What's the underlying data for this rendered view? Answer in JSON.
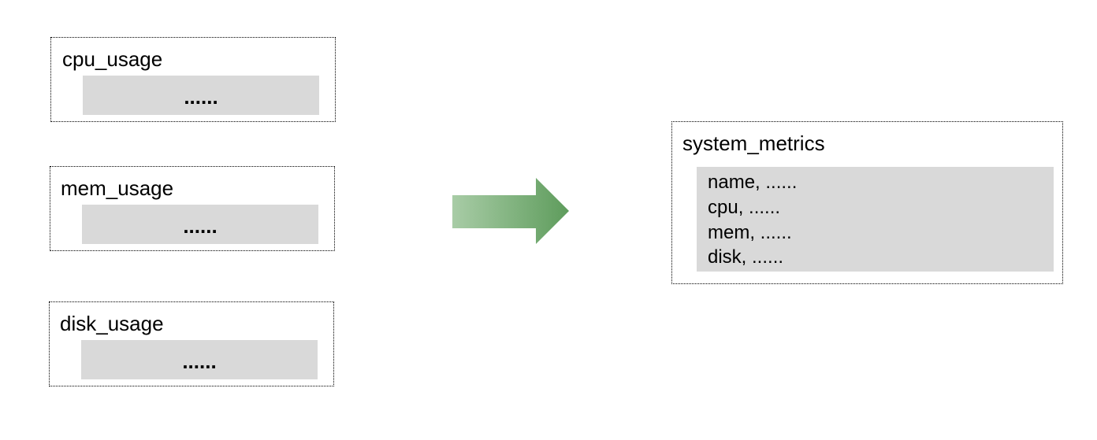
{
  "source_tables": [
    {
      "name": "cpu_usage",
      "content": "......"
    },
    {
      "name": "mem_usage",
      "content": "......"
    },
    {
      "name": "disk_usage",
      "content": "......"
    }
  ],
  "target_table": {
    "name": "system_metrics",
    "rows": [
      "name, ......",
      "cpu, ......",
      "mem, ......",
      "disk, ......"
    ]
  },
  "colors": {
    "content_fill": "#d9d9d9",
    "arrow_start": "#a8cca6",
    "arrow_end": "#5e9c5c"
  }
}
